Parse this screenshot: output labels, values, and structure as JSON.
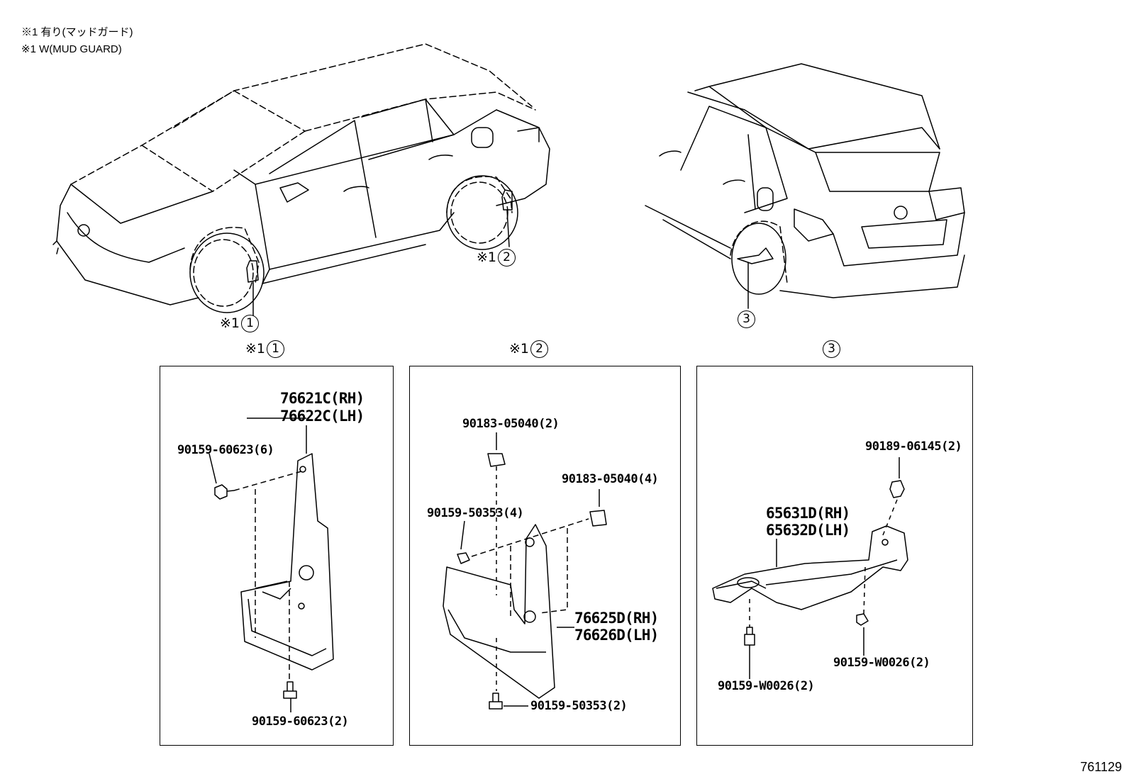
{
  "notes": {
    "line1": "※1 有り(マッドガード)",
    "line2": "※1 W(MUD GUARD)"
  },
  "callouts": {
    "c1": {
      "mark": "※1",
      "num": "1"
    },
    "c2": {
      "mark": "※1",
      "num": "2"
    },
    "c3": {
      "mark": "",
      "num": "3"
    }
  },
  "panels": [
    {
      "header_mark": "※1",
      "header_num": "1",
      "parts": {
        "main_rh": "76621C(RH)",
        "main_lh": "76622C(LH)",
        "screw_top": "90159-60623(6)",
        "screw_bottom": "90159-60623(2)"
      }
    },
    {
      "header_mark": "※1",
      "header_num": "2",
      "parts": {
        "nut_top": "90183-05040(2)",
        "nut_right": "90183-05040(4)",
        "screw_left": "90159-50353(4)",
        "screw_bottom": "90159-50353(2)",
        "main_rh": "76625D(RH)",
        "main_lh": "76626D(LH)"
      }
    },
    {
      "header_mark": "",
      "header_num": "3",
      "parts": {
        "nut_top": "90189-06145(2)",
        "main_rh": "65631D(RH)",
        "main_lh": "65632D(LH)",
        "screw_right": "90159-W0026(2)",
        "screw_left": "90159-W0026(2)"
      }
    }
  ],
  "footer": "761129"
}
